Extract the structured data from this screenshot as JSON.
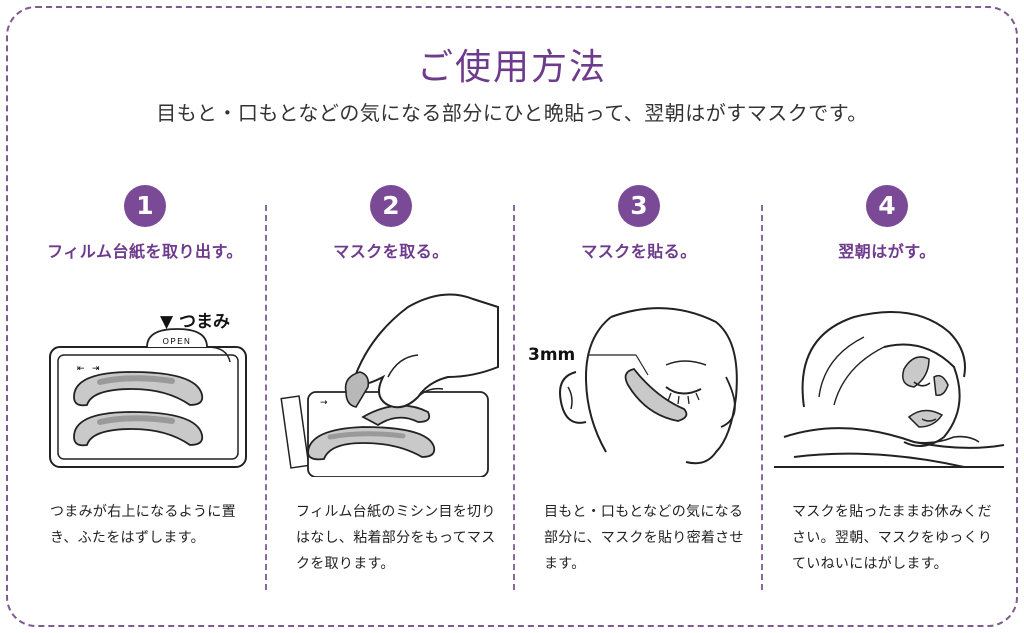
{
  "header": {
    "title": "ご使用方法",
    "subtitle": "目もと・口もとなどの気になる部分にひと晩貼って、翌朝はがすマスクです。"
  },
  "steps": [
    {
      "number": "1",
      "heading": "フィルム台紙を取り出す。",
      "description": "つまみが右上になるように置き、ふたをはずします。",
      "tab_label": "▼ つまみ",
      "open_label": "OPEN"
    },
    {
      "number": "2",
      "heading": "マスクを取る。",
      "description": "フィルム台紙のミシン目を切りはなし、粘着部分をもってマスクを取ります。"
    },
    {
      "number": "3",
      "heading": "マスクを貼る。",
      "description": "目もと・口もとなどの気になる部分に、マスクを貼り密着させます。",
      "size_label": "3mm"
    },
    {
      "number": "4",
      "heading": "翌朝はがす。",
      "description": "マスクを貼ったままお休みください。翌朝、マスクをゆっくりていねいにはがします。"
    }
  ],
  "colors": {
    "accent": "#7b4a96",
    "heading": "#6e3b8c",
    "mask_fill": "#c9c9c9"
  }
}
